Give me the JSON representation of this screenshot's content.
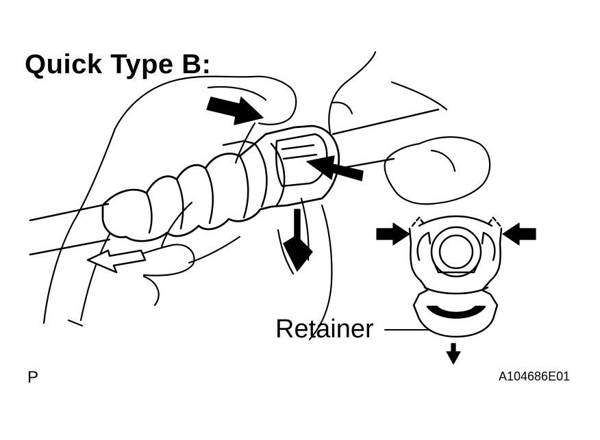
{
  "diagram": {
    "title": "Quick Type B:",
    "callout_label": "Retainer",
    "corner_mark": "P",
    "figure_id": "A104686E01"
  }
}
